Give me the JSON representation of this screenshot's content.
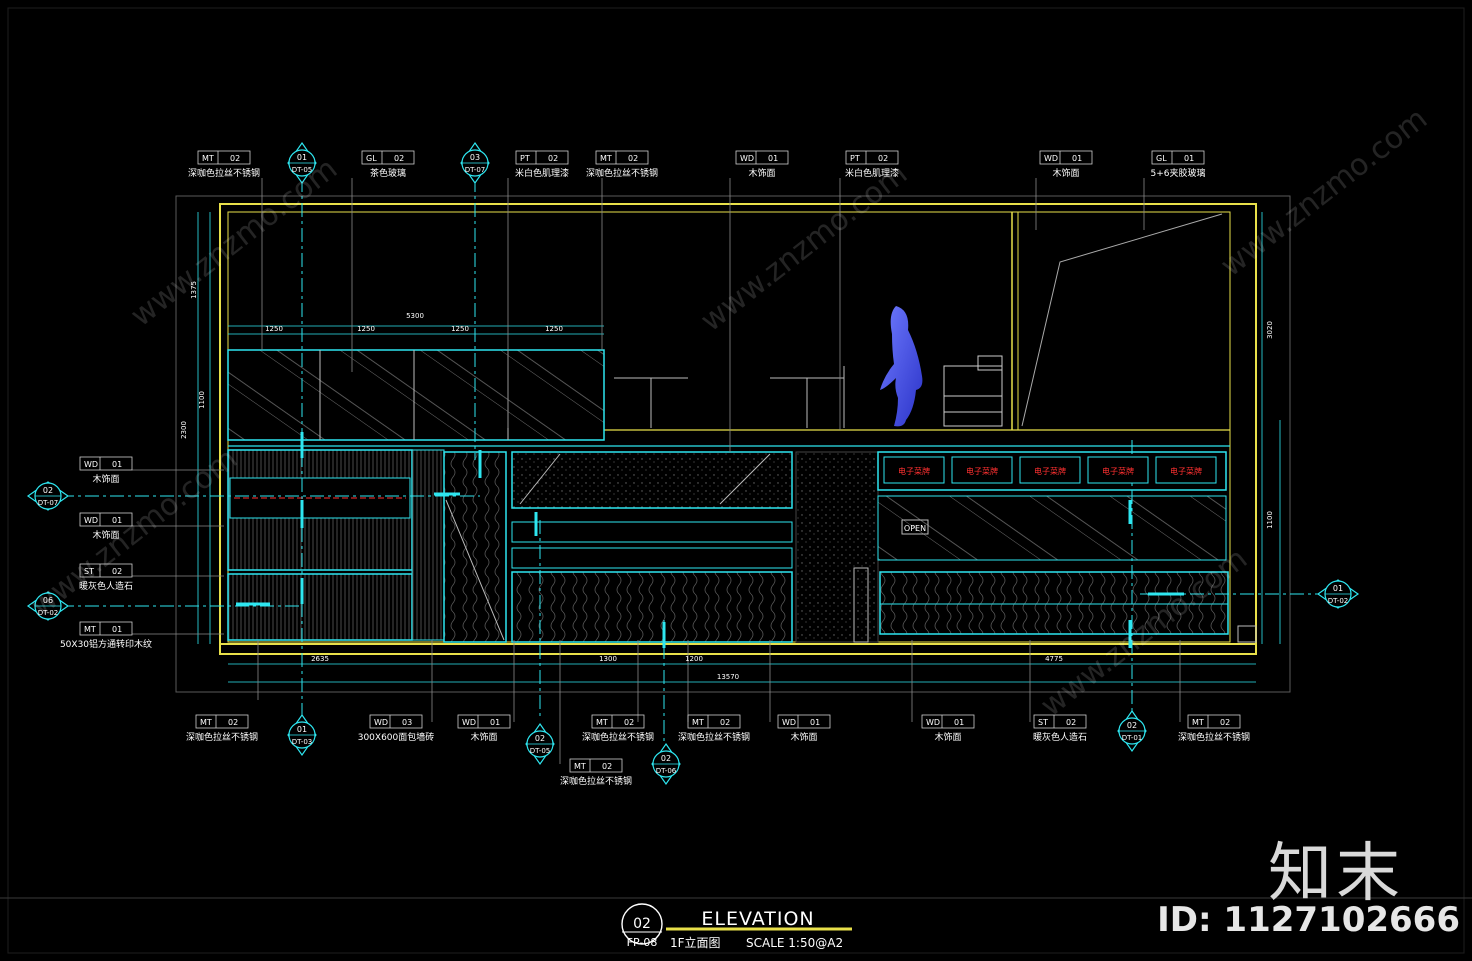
{
  "drawing": {
    "top_callouts": [
      {
        "tag": "MT",
        "num": "02",
        "desc": "深咖色拉丝不锈钢"
      },
      {
        "tag": "GL",
        "num": "02",
        "desc": "茶色玻璃"
      },
      {
        "tag": "PT",
        "num": "02",
        "desc": "米白色肌理漆"
      },
      {
        "tag": "MT",
        "num": "02",
        "desc": "深咖色拉丝不锈钢"
      },
      {
        "tag": "WD",
        "num": "01",
        "desc": "木饰面"
      },
      {
        "tag": "PT",
        "num": "02",
        "desc": "米白色肌理漆"
      },
      {
        "tag": "WD",
        "num": "01",
        "desc": "木饰面"
      },
      {
        "tag": "GL",
        "num": "01",
        "desc": "5+6夹胶玻璃"
      }
    ],
    "left_callouts": [
      {
        "tag": "WD",
        "num": "01",
        "desc": "木饰面"
      },
      {
        "tag": "WD",
        "num": "01",
        "desc": "木饰面"
      },
      {
        "tag": "ST",
        "num": "02",
        "desc": "暖灰色人造石"
      },
      {
        "tag": "MT",
        "num": "01",
        "desc": "50X30铝方通转印木纹"
      }
    ],
    "bottom_callouts": [
      {
        "tag": "MT",
        "num": "02",
        "desc": "深咖色拉丝不锈钢"
      },
      {
        "tag": "WD",
        "num": "03",
        "desc": "300X600面包墙砖"
      },
      {
        "tag": "WD",
        "num": "01",
        "desc": "木饰面"
      },
      {
        "tag": "MT",
        "num": "02",
        "desc": "深咖色拉丝不锈钢"
      },
      {
        "tag": "MT",
        "num": "02",
        "desc": "深咖色拉丝不锈钢"
      },
      {
        "tag": "WD",
        "num": "01",
        "desc": "木饰面"
      },
      {
        "tag": "WD",
        "num": "01",
        "desc": "木饰面"
      },
      {
        "tag": "ST",
        "num": "02",
        "desc": "暖灰色人造石"
      },
      {
        "tag": "MT",
        "num": "02",
        "desc": "深咖色拉丝不锈钢"
      },
      {
        "tag": "MT",
        "num": "02",
        "desc": "深咖色拉丝不锈钢"
      }
    ],
    "section_markers_top": [
      {
        "num": "01",
        "ref": "DT-05"
      },
      {
        "num": "03",
        "ref": "DT-07"
      }
    ],
    "section_markers_left": [
      {
        "num": "02",
        "ref": "DT-07"
      },
      {
        "num": "06",
        "ref": "DT-02"
      }
    ],
    "section_markers_right": [
      {
        "num": "01",
        "ref": "DT-02"
      }
    ],
    "section_markers_bottom": [
      {
        "num": "01",
        "ref": "DT-03"
      },
      {
        "num": "02",
        "ref": "DT-05"
      },
      {
        "num": "02",
        "ref": "DT-06"
      },
      {
        "num": "02",
        "ref": "DT-01"
      }
    ],
    "dimensions_top": [
      "5300",
      "1250",
      "1250",
      "1250",
      "1250"
    ],
    "dimensions_bottom": [
      "2635",
      "1300",
      "1200",
      "4775",
      "13570"
    ],
    "dimensions_left": [
      "1375",
      "1100",
      "2300"
    ],
    "dimensions_right": [
      "3020",
      "1100"
    ],
    "open_sign": "OPEN",
    "menu_boxes": [
      "电子菜牌",
      "电子菜牌",
      "电子菜牌",
      "电子菜牌",
      "电子菜牌"
    ]
  },
  "title_block": {
    "number": "02",
    "sheet": "FP-08",
    "title": "ELEVATION",
    "subtitle": "1F立面图",
    "scale": "SCALE 1:50@A2"
  },
  "watermark": {
    "logo": "知末",
    "id": "ID: 1127102666",
    "site": "www.znzmo.com"
  },
  "colors": {
    "cyan": "#2ee6f0",
    "line_blue": "#3fa0ff",
    "yellow": "#e8e04a",
    "red": "#ff3030",
    "white": "#ffffff"
  }
}
